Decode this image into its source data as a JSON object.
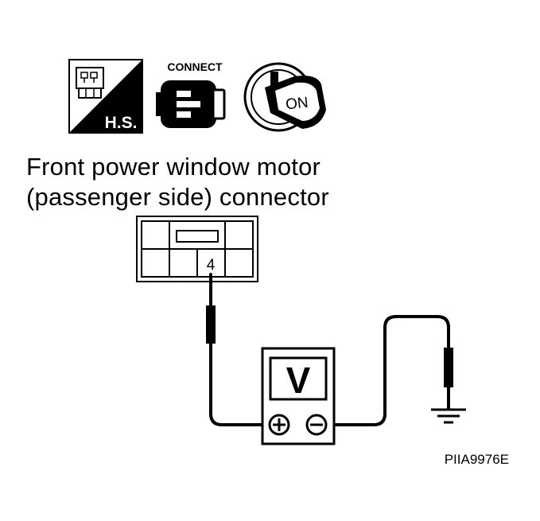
{
  "icons": {
    "hs_label": "H.S.",
    "connect_label": "CONNECT",
    "ignition_label": "ON",
    "hs_icon": "harness-side-connector-icon",
    "connect_icon": "connector-connect-icon",
    "ignition_icon": "ignition-key-on-icon"
  },
  "title": {
    "line1": "Front power window motor",
    "line2": "(passenger side) connector"
  },
  "connector": {
    "terminal": "4"
  },
  "meter": {
    "symbol": "V",
    "plus": "+",
    "minus": "−"
  },
  "ground_icon": "ground-icon",
  "figure_code": "PIIA9976E"
}
